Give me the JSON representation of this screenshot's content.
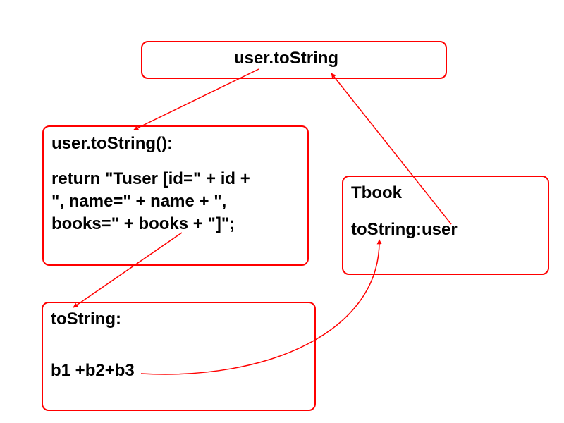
{
  "colors": {
    "border": "#ff0000",
    "arrow": "#ff0000",
    "text": "#000000"
  },
  "boxes": {
    "top": {
      "title": "user.toString"
    },
    "user_method": {
      "title": "user.toString():",
      "body_line1": "return \"Tuser [id=\" + id +",
      "body_line2": "\", name=\" + name + \",",
      "body_line3": "books=\" + books + \"]\";"
    },
    "tbook": {
      "title": "Tbook",
      "body": "toString:user"
    },
    "books_tostring": {
      "title": "toString:",
      "body": "b1 +b2+b3"
    }
  }
}
